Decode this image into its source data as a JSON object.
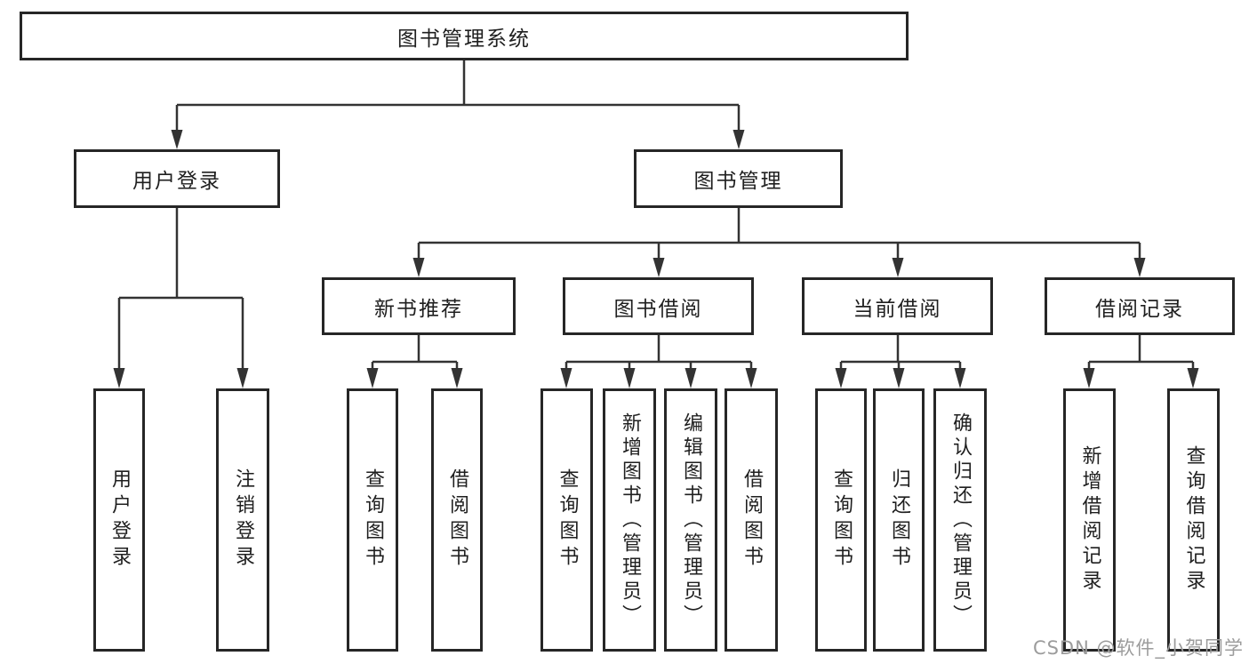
{
  "diagram": {
    "title": "图书管理系统",
    "level2": [
      {
        "label": "用户登录",
        "leaves": [
          "用户登录",
          "注销登录"
        ]
      },
      {
        "label": "图书管理",
        "children": [
          {
            "label": "新书推荐",
            "leaves": [
              "查询图书",
              "借阅图书"
            ]
          },
          {
            "label": "图书借阅",
            "leaves": [
              "查询图书",
              "新增图书（管理员）",
              "编辑图书（管理员）",
              "借阅图书"
            ]
          },
          {
            "label": "当前借阅",
            "leaves": [
              "查询图书",
              "归还图书",
              "确认归还（管理员）"
            ]
          },
          {
            "label": "借阅记录",
            "leaves": [
              "新增借阅记录",
              "查询借阅记录"
            ]
          }
        ]
      }
    ]
  },
  "watermark": {
    "text": "CSDN @软件_小贺同学"
  },
  "colors": {
    "line": "#333333",
    "border": "#262626",
    "text": "#1f1f1f",
    "watermark": "#9c9c9c",
    "background": "#ffffff"
  }
}
